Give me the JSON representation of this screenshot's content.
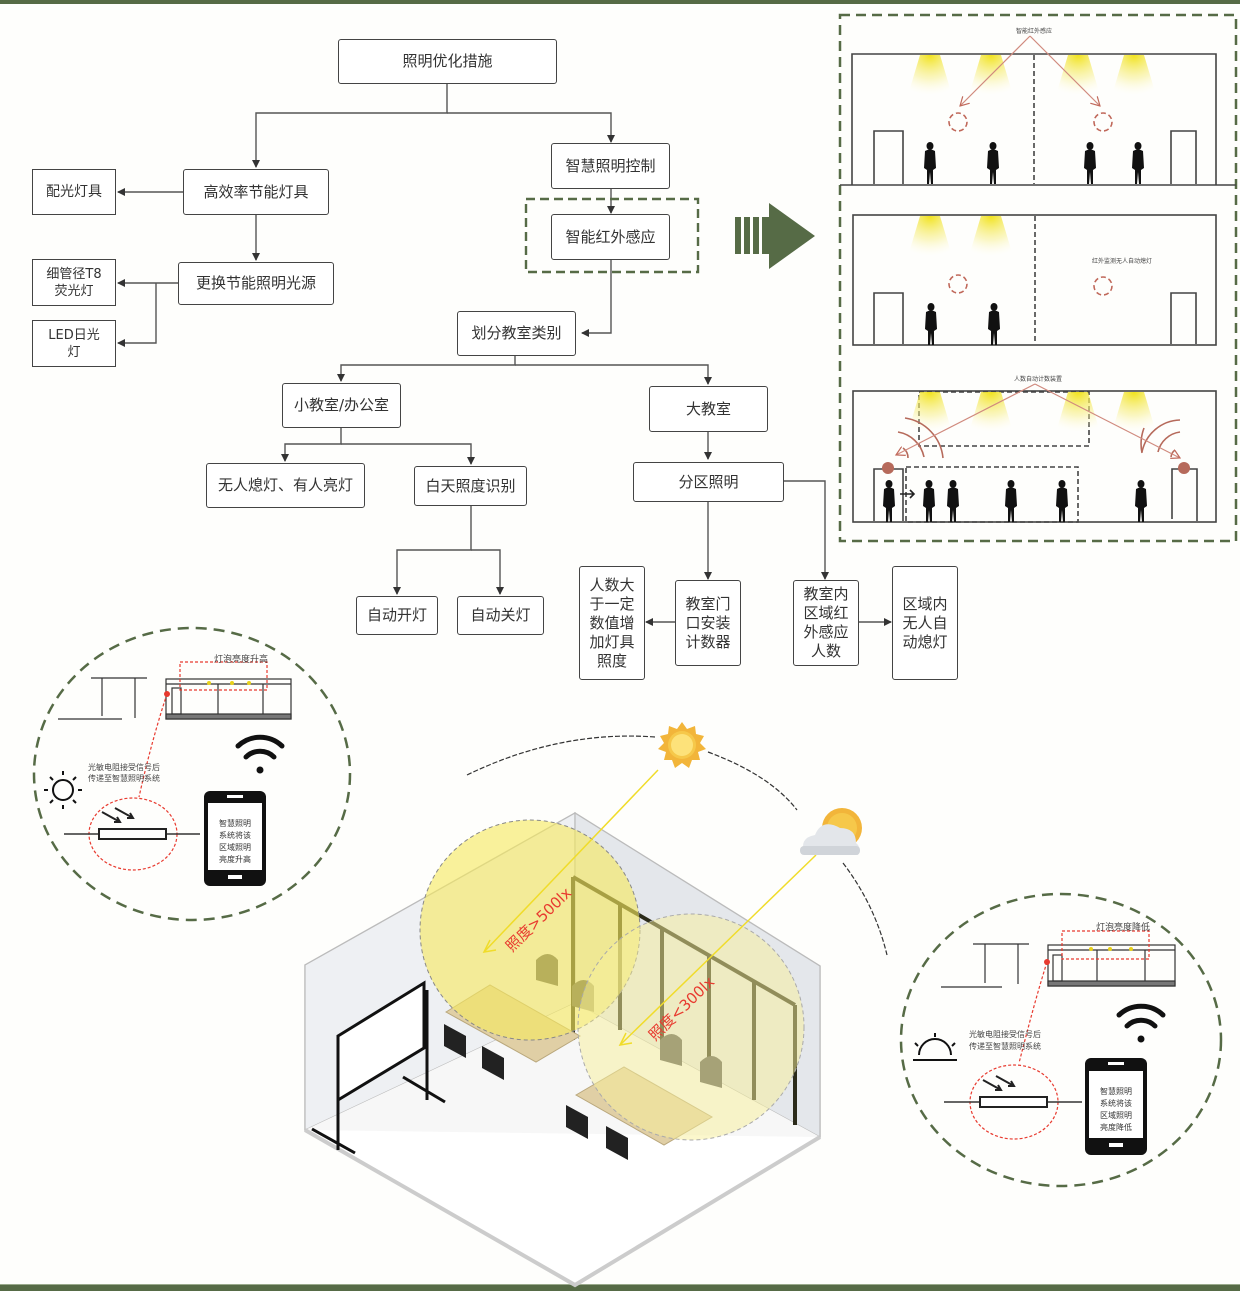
{
  "colors": {
    "brand_green": "#566b46",
    "alert_red": "#e83a2f",
    "light_yellow": "#f5e960",
    "sensor_brown": "#b66a5b"
  },
  "flowchart": {
    "root": "照明优化措施",
    "efficient_fixtures": "高效率节能灯具",
    "light_fixture": "配光灯具",
    "replace_source": "更换节能照明光源",
    "t8_lamp": "细管径T8荧光灯",
    "led_lamp": "LED日光灯",
    "smart_control": "智慧照明控制",
    "infrared_sensing": "智能红外感应",
    "classify_rooms": "划分教室类别",
    "small_room": "小教室/办公室",
    "no_person_off": "无人熄灯、有人亮灯",
    "daylight_detect": "白天照度识别",
    "auto_on": "自动开灯",
    "auto_off": "自动关灯",
    "large_room": "大教室",
    "zone_lighting": "分区照明",
    "door_counter": "教室门口安装计数器",
    "increase_illum": "人数大于一定数值增加灯具照度",
    "zone_infrared": "教室内区域红外感应人数",
    "zone_auto_off": "区域内无人自动熄灯"
  },
  "sections_panel": {
    "panel1_label": "智能红外感应",
    "panel2_label": "红外监测无人自动熄灯",
    "panel3_label": "人数自动计数装置"
  },
  "sensor_left": {
    "bulb_label": "灯泡亮度升高",
    "signal_label_1": "光敏电阻接受信号后",
    "signal_label_2": "传递至智慧照明系统",
    "phone_text": [
      "智慧照明",
      "系统将该",
      "区域照明",
      "亮度升高"
    ]
  },
  "sensor_right": {
    "bulb_label": "灯泡亮度降低",
    "signal_label_1": "光敏电阻接受信号后",
    "signal_label_2": "传递至智慧照明系统",
    "phone_text": [
      "智慧照明",
      "系统将该",
      "区域照明",
      "亮度降低"
    ]
  },
  "room": {
    "bright_zone_label": "照度>500lx",
    "dim_zone_label": "照度<300lx"
  }
}
